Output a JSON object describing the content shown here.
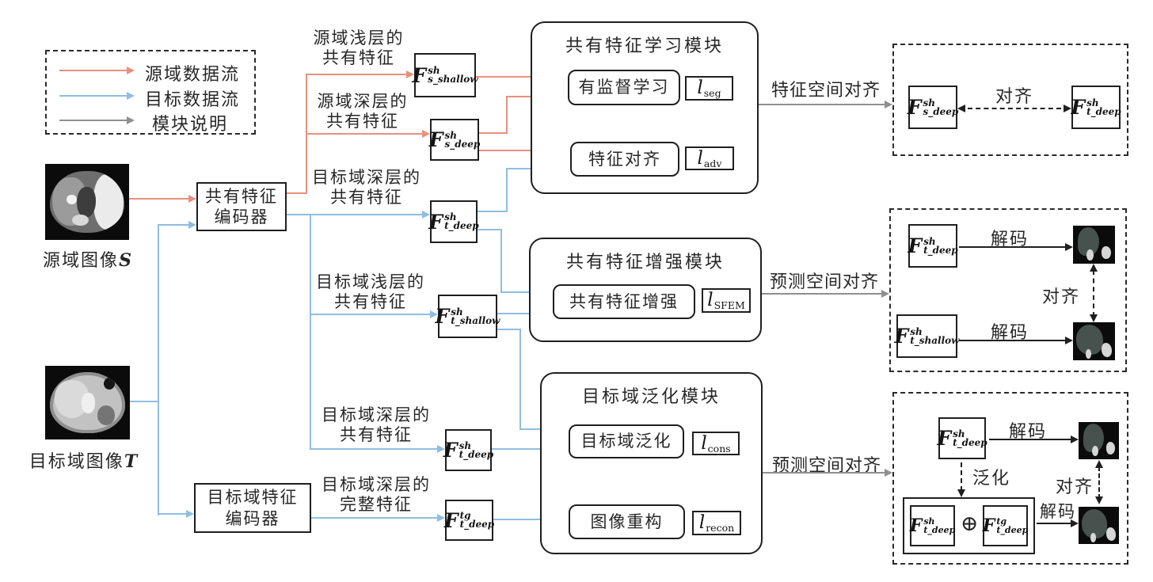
{
  "legend": {
    "items": [
      {
        "label": "源域数据流",
        "color": "#E8907F"
      },
      {
        "label": "目标数据流",
        "color": "#8FBEDF"
      },
      {
        "label": "模块说明",
        "color": "#8F8F8F"
      }
    ]
  },
  "inputs": {
    "source": {
      "caption": "源域图像",
      "symbol": "S"
    },
    "target": {
      "caption": "目标域图像",
      "symbol": "T"
    }
  },
  "encoders": {
    "shared": {
      "line1": "共有特征",
      "line2": "编码器"
    },
    "target": {
      "line1": "目标域特征",
      "line2": "编码器"
    }
  },
  "feature_labels": {
    "s_shallow": {
      "line1": "源域浅层的",
      "line2": "共有特征"
    },
    "s_deep": {
      "line1": "源域深层的",
      "line2": "共有特征"
    },
    "t_deep_top": {
      "line1": "目标域深层的",
      "line2": "共有特征"
    },
    "t_shallow": {
      "line1": "目标域浅层的",
      "line2": "共有特征"
    },
    "t_deep_bottom": {
      "line1": "目标域深层的",
      "line2": "共有特征"
    },
    "t_full": {
      "line1": "目标域深层的",
      "line2": "完整特征"
    }
  },
  "features": {
    "f_s_shallow": {
      "base": "F",
      "sup": "sh",
      "sub": "s_shallow"
    },
    "f_s_deep": {
      "base": "F",
      "sup": "sh",
      "sub": "s_deep"
    },
    "f_t_deep": {
      "base": "F",
      "sup": "sh",
      "sub": "t_deep"
    },
    "f_t_shallow": {
      "base": "F",
      "sup": "sh",
      "sub": "t_shallow"
    },
    "f_t_deep2": {
      "base": "F",
      "sup": "sh",
      "sub": "t_deep"
    },
    "f_t_tg_deep": {
      "base": "F",
      "sup": "tg",
      "sub": "t_deep"
    }
  },
  "modules": {
    "learning": {
      "title": "共有特征学习模块",
      "items": [
        {
          "label": "有监督学习",
          "loss_base": "l",
          "loss_sub": "seg"
        },
        {
          "label": "特征对齐",
          "loss_base": "l",
          "loss_sub": "adv"
        }
      ]
    },
    "enhance": {
      "title": "共有特征增强模块",
      "items": [
        {
          "label": "共有特征增强",
          "loss_base": "l",
          "loss_sub": "SFEM"
        }
      ]
    },
    "general": {
      "title": "目标域泛化模块",
      "items": [
        {
          "label": "目标域泛化",
          "loss_base": "l",
          "loss_sub": "cons"
        },
        {
          "label": "图像重构",
          "loss_base": "l",
          "loss_sub": "recon"
        }
      ]
    }
  },
  "bridges": {
    "feature_space": "特征空间对齐",
    "pred_space_mid": "预测空间对齐",
    "pred_space_bottom": "预测空间对齐"
  },
  "panels": {
    "feature_align": {
      "left": {
        "base": "F",
        "sup": "sh",
        "sub": "s_deep"
      },
      "right": {
        "base": "F",
        "sup": "sh",
        "sub": "t_deep"
      },
      "align": "对齐"
    },
    "pred_mid": {
      "top": {
        "base": "F",
        "sup": "sh",
        "sub": "t_deep"
      },
      "bottom": {
        "base": "F",
        "sup": "sh",
        "sub": "t_shallow"
      },
      "decode_top": "解码",
      "decode_bottom": "解码",
      "align": "对齐"
    },
    "pred_bottom": {
      "top": {
        "base": "F",
        "sup": "sh",
        "sub": "t_deep"
      },
      "combo_left": {
        "base": "F",
        "sup": "sh",
        "sub": "t_deep"
      },
      "combo_right": {
        "base": "F",
        "sup": "tg",
        "sub": "t_deep"
      },
      "plus": "⊕",
      "decode_top": "解码",
      "decode_bottom": "解码",
      "generalize": "泛化",
      "align": "对齐"
    }
  }
}
